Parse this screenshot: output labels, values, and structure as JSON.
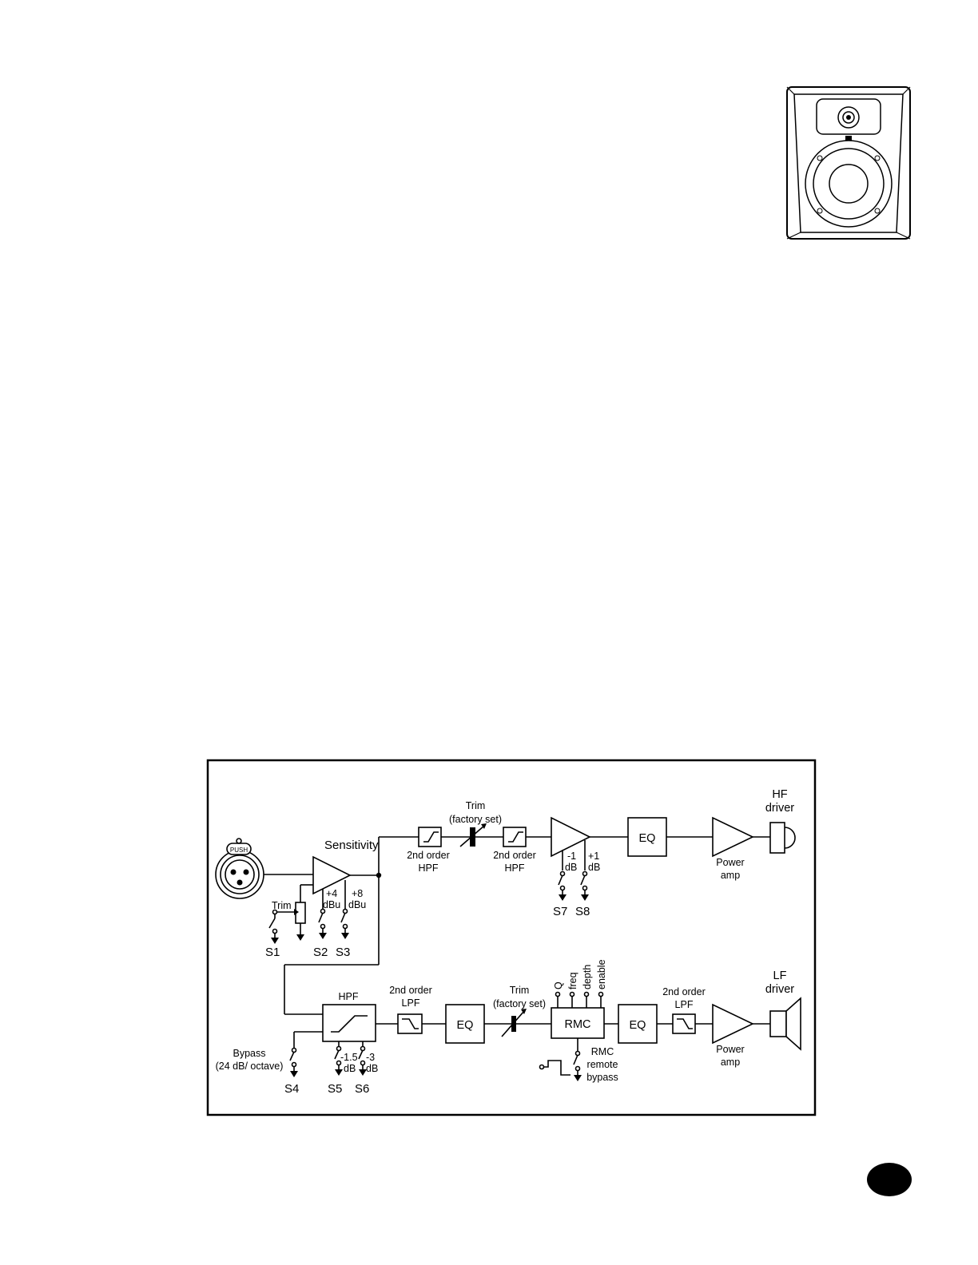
{
  "diagram": {
    "input": {
      "connector_label": "PUSH"
    },
    "sensitivity": {
      "title": "Sensitivity",
      "trim": "Trim",
      "opt_a_line1": "+4",
      "opt_a_line2": "dBu",
      "opt_b_line1": "+8",
      "opt_b_line2": "dBu",
      "switches": [
        "S1",
        "S2",
        "S3"
      ]
    },
    "hf_chain": {
      "hpf1_line1": "2nd order",
      "hpf1_line2": "HPF",
      "trim_line1": "Trim",
      "trim_line2": "(factory set)",
      "hpf2_line1": "2nd order",
      "hpf2_line2": "HPF",
      "amp_opt_a_line1": "-1",
      "amp_opt_a_line2": "dB",
      "amp_opt_b_line1": "+1",
      "amp_opt_b_line2": "dB",
      "switches": [
        "S7",
        "S8"
      ],
      "eq": "EQ",
      "power_line1": "Power",
      "power_line2": "amp",
      "driver_line1": "HF",
      "driver_line2": "driver"
    },
    "lf_chain": {
      "hpf": "HPF",
      "bypass_line1": "Bypass",
      "bypass_line2": "(24 dB/ octave)",
      "opt_a_line1": "-1.5",
      "opt_a_line2": "dB",
      "opt_b_line1": "-3",
      "opt_b_line2": "dB",
      "switches": [
        "S4",
        "S5",
        "S6"
      ],
      "lpf1_line1": "2nd order",
      "lpf1_line2": "LPF",
      "eq1": "EQ",
      "trim_line1": "Trim",
      "trim_line2": "(factory set)",
      "rmc": "RMC",
      "rmc_inputs": [
        "Q",
        "freq",
        "depth",
        "enable"
      ],
      "rmc_remote_line1": "RMC",
      "rmc_remote_line2": "remote",
      "rmc_remote_line3": "bypass",
      "eq2": "EQ",
      "lpf2_line1": "2nd order",
      "lpf2_line2": "LPF",
      "power_line1": "Power",
      "power_line2": "amp",
      "driver_line1": "LF",
      "driver_line2": "driver"
    }
  }
}
